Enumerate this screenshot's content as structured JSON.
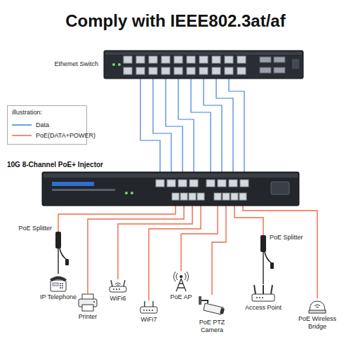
{
  "diagram": {
    "title": "Comply with IEEE802.3at/af",
    "nodes": [
      {
        "text": [
          "Ethemet Switch"
        ]
      },
      {
        "text": [
          "10G 8-Channel PoE+ Injector"
        ]
      },
      {
        "text": [
          "PoE Splitter"
        ]
      },
      {
        "text": [
          "PoE Splitter"
        ]
      },
      {
        "text": [
          "IP Telephone"
        ]
      },
      {
        "text": [
          "Printer"
        ]
      },
      {
        "text": [
          "WiFi6"
        ]
      },
      {
        "text": [
          "WiFi7"
        ]
      },
      {
        "text": [
          "PoE AP"
        ]
      },
      {
        "text": [
          "PoE PTZ Camera"
        ]
      },
      {
        "text": [
          "Access Point"
        ]
      },
      {
        "text": [
          "PoE Wireless Bridge"
        ]
      }
    ],
    "edges": [
      {
        "from": 0,
        "to": 1,
        "arrow": "none"
      },
      {
        "from": 0,
        "to": 1,
        "arrow": "none"
      },
      {
        "from": 0,
        "to": 1,
        "arrow": "none"
      },
      {
        "from": 0,
        "to": 1,
        "arrow": "none"
      },
      {
        "from": 0,
        "to": 1,
        "arrow": "none"
      },
      {
        "from": 0,
        "to": 1,
        "arrow": "none"
      },
      {
        "from": 0,
        "to": 1,
        "arrow": "none"
      },
      {
        "from": 0,
        "to": 1,
        "arrow": "none"
      },
      {
        "from": 1,
        "to": 2,
        "arrow": "none"
      },
      {
        "from": 1,
        "to": 5,
        "arrow": "none"
      },
      {
        "from": 1,
        "to": 6,
        "arrow": "none"
      },
      {
        "from": 1,
        "to": 7,
        "arrow": "none"
      },
      {
        "from": 1,
        "to": 8,
        "arrow": "none"
      },
      {
        "from": 1,
        "to": 9,
        "arrow": "none"
      },
      {
        "from": 1,
        "to": 3,
        "arrow": "none"
      },
      {
        "from": 1,
        "to": 11,
        "arrow": "none"
      },
      {
        "from": 2,
        "to": 4,
        "arrow": "none"
      },
      {
        "from": 3,
        "to": 10,
        "arrow": "none"
      }
    ],
    "labels": [
      "illustration:"
    ],
    "legend": [
      {
        "text": "Data"
      },
      {
        "text": "PoE(DATA+POWER)"
      }
    ]
  }
}
